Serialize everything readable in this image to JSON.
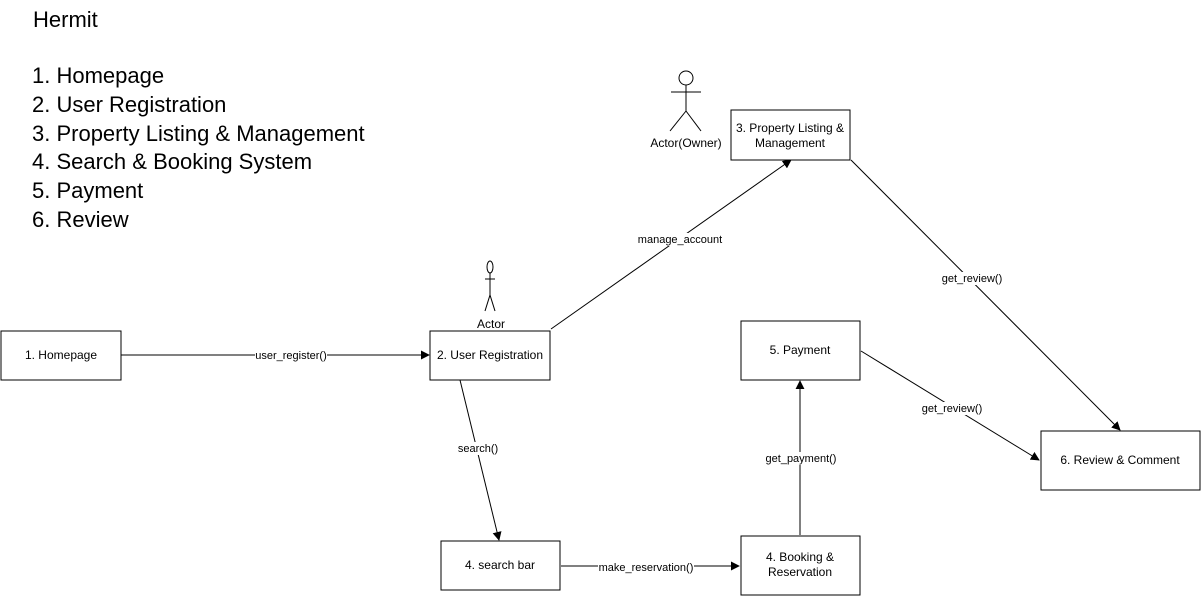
{
  "title": "Hermit",
  "list": [
    "1. Homepage",
    "2. User Registration",
    "3. Property Listing & Management",
    "4. Search & Booking System",
    "5. Payment",
    "6. Review"
  ],
  "nodes": {
    "homepage": [
      "1. Homepage"
    ],
    "user_registration": [
      "2. User Registration"
    ],
    "property_listing": [
      "3. Property Listing &",
      "Management"
    ],
    "search_bar": [
      "4. search bar"
    ],
    "booking": [
      "4. Booking &",
      "Reservation"
    ],
    "payment": [
      "5. Payment"
    ],
    "review": [
      "6. Review & Comment"
    ]
  },
  "actors": {
    "actor": "Actor",
    "owner": "Actor(Owner)"
  },
  "edges": {
    "user_register": "user_register()",
    "manage_account": "manage_account",
    "get_review_owner": "get_review()",
    "search": "search()",
    "make_reservation": "make_reservation()",
    "get_payment": "get_payment()",
    "get_review_payment": "get_review()"
  }
}
